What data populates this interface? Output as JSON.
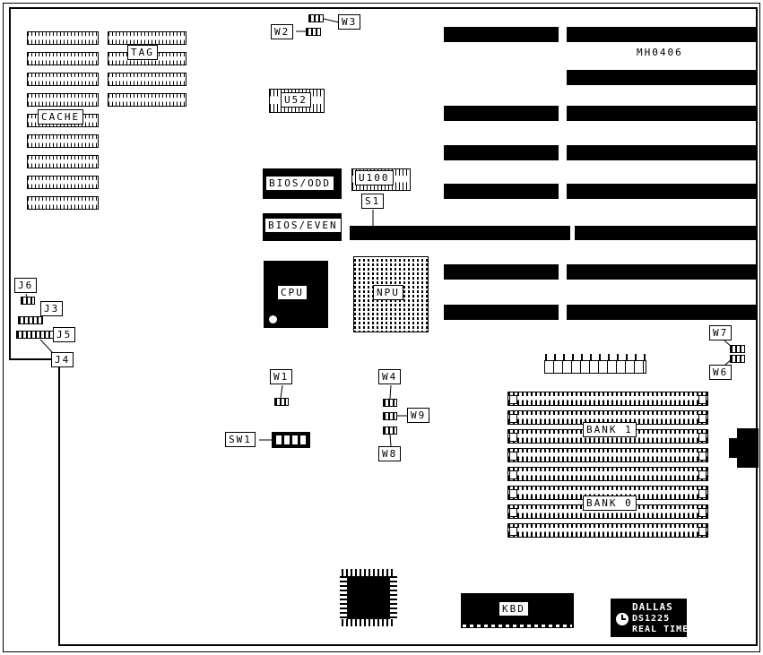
{
  "board": {
    "part_number": "MH0406",
    "cache": {
      "tag": "TAG",
      "cache": "CACHE"
    },
    "chips": {
      "u52": "U52",
      "u100": "U100",
      "bios_odd": "BIOS/ODD",
      "bios_even": "BIOS/EVEN",
      "cpu": "CPU",
      "npu": "NPU",
      "kbd": "KBD"
    },
    "jumpers": {
      "w1": "W1",
      "w2": "W2",
      "w3": "W3",
      "w4": "W4",
      "w6": "W6",
      "w7": "W7",
      "w8": "W8",
      "w9": "W9",
      "j3": "J3",
      "j4": "J4",
      "j5": "J5",
      "j6": "J6"
    },
    "switch": {
      "sw1": "SW1"
    },
    "slots": {
      "s1": "S1"
    },
    "memory": {
      "bank0": "BANK 0",
      "bank1": "BANK 1"
    },
    "rtc": {
      "brand": "DALLAS",
      "model": "DS1225",
      "type": "REAL TIME"
    }
  }
}
